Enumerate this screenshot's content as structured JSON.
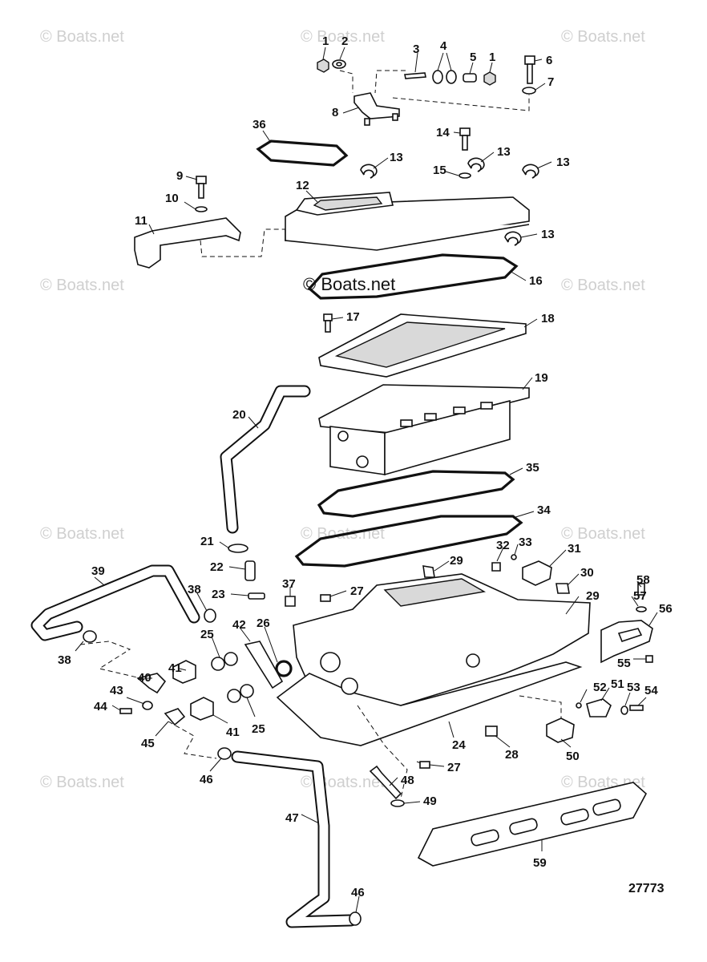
{
  "watermark_text": "© Boats.net",
  "center_watermark_text": "© Boats.net",
  "diagram_number": "27773",
  "callouts": [
    "1",
    "2",
    "3",
    "4",
    "5",
    "1",
    "6",
    "7",
    "8",
    "36",
    "14",
    "13",
    "13",
    "15",
    "13",
    "9",
    "10",
    "11",
    "12",
    "13",
    "16",
    "17",
    "18",
    "19",
    "20",
    "35",
    "34",
    "21",
    "33",
    "32",
    "31",
    "22",
    "29",
    "30",
    "37",
    "27",
    "39",
    "38",
    "23",
    "58",
    "57",
    "56",
    "29",
    "42",
    "26",
    "25",
    "38",
    "40",
    "41",
    "55",
    "52",
    "51",
    "53",
    "54",
    "43",
    "44",
    "45",
    "41",
    "25",
    "24",
    "28",
    "50",
    "46",
    "48",
    "27",
    "49",
    "47",
    "59",
    "46"
  ]
}
